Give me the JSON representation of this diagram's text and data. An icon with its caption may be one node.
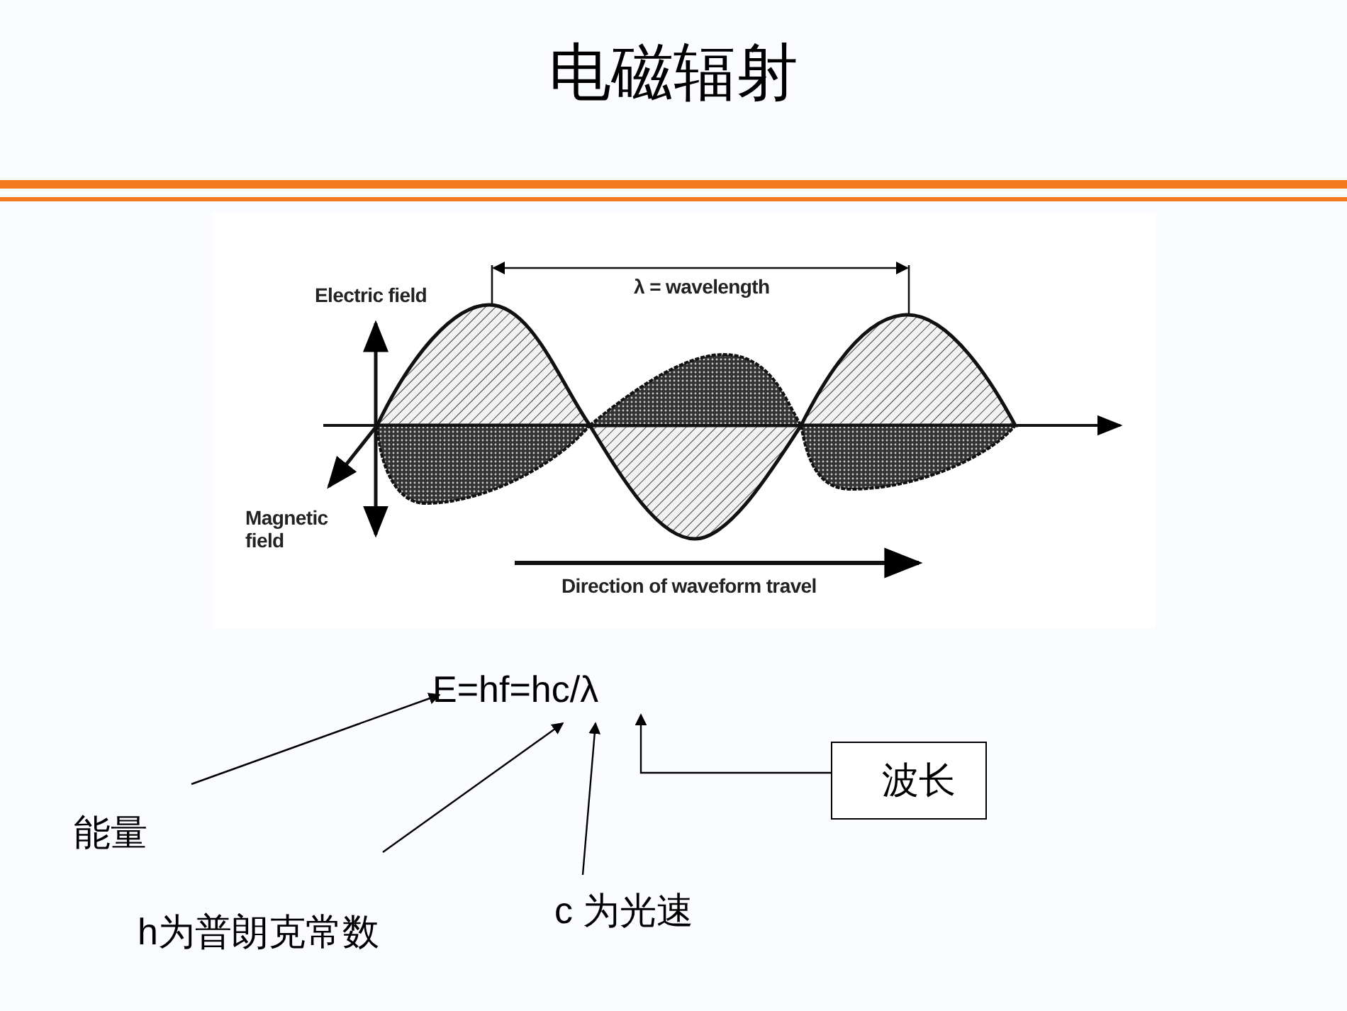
{
  "diagram": {
    "title": "电磁辐射",
    "nodes": [
      {
        "text": [
          "E=hf=hc/λ"
        ]
      },
      {
        "text": [
          "能量"
        ]
      },
      {
        "text": [
          "h为普朗克常数"
        ]
      },
      {
        "text": [
          "c 为光速"
        ]
      },
      {
        "text": [
          "波长"
        ]
      }
    ],
    "edges": [
      {
        "from": 1,
        "to": 0,
        "arrow": "to"
      },
      {
        "from": 2,
        "to": 0,
        "arrow": "to"
      },
      {
        "from": 3,
        "to": 0,
        "arrow": "to"
      },
      {
        "from": 4,
        "to": 0,
        "arrow": "to"
      }
    ],
    "labels": [
      "Electric field",
      "λ = wavelength",
      "Magnetic field",
      "Direction of waveform travel"
    ]
  }
}
